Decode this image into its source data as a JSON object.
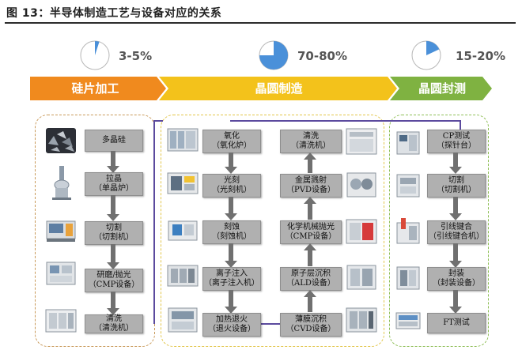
{
  "title": "图 13：半导体制造工艺与设备对应的关系",
  "colors": {
    "pie_fill": "#4a90d9",
    "stage1": "#f08a1e",
    "stage2": "#f3c21b",
    "stage3": "#7fb241",
    "group1_border": "#c99a5b",
    "group2_border": "#e2c64a",
    "group3_border": "#8fbf57",
    "connector": "#5b4a9e"
  },
  "stages": [
    {
      "name": "硅片加工",
      "share": "3-5%",
      "share_value": 0.05
    },
    {
      "name": "晶圆制造",
      "share": "70-80%",
      "share_value": 0.75
    },
    {
      "name": "晶圆封测",
      "share": "15-20%",
      "share_value": 0.18
    }
  ],
  "silicon_steps": [
    {
      "line1": "多晶硅",
      "line2": "",
      "icon": "polysilicon-chunks-icon"
    },
    {
      "line1": "拉晶",
      "line2": "（单晶炉）",
      "icon": "crystal-furnace-icon"
    },
    {
      "line1": "切割",
      "line2": "（切割机）",
      "icon": "wafer-saw-icon"
    },
    {
      "line1": "研磨/抛光",
      "line2": "（CMP设备）",
      "icon": "cmp-machine-icon"
    },
    {
      "line1": "清洗",
      "line2": "（清洗机）",
      "icon": "cleaning-machine-icon"
    }
  ],
  "fab_left_steps": [
    {
      "line1": "氧化",
      "line2": "（氧化炉）",
      "icon": "oxidation-furnace-icon"
    },
    {
      "line1": "光刻",
      "line2": "（光刻机）",
      "icon": "lithography-machine-icon"
    },
    {
      "line1": "刻蚀",
      "line2": "（刻蚀机）",
      "icon": "etcher-icon"
    },
    {
      "line1": "离子注入",
      "line2": "（离子注入机）",
      "icon": "ion-implanter-icon"
    },
    {
      "line1": "加热退火",
      "line2": "（退火设备）",
      "icon": "anneal-equipment-icon"
    }
  ],
  "fab_right_steps": [
    {
      "line1": "清洗",
      "line2": "（清洗机）",
      "icon": "cleaning-tool-icon"
    },
    {
      "line1": "金属溅射",
      "line2": "（PVD设备）",
      "icon": "pvd-tool-icon"
    },
    {
      "line1": "化学机械抛光",
      "line2": "（CMP设备）",
      "icon": "cmp-tool-icon"
    },
    {
      "line1": "原子层沉积",
      "line2": "（ALD设备）",
      "icon": "ald-tool-icon"
    },
    {
      "line1": "薄膜沉积",
      "line2": "（CVD设备）",
      "icon": "cvd-tool-icon"
    }
  ],
  "package_steps": [
    {
      "line1": "CP测试",
      "line2": "（探针台）",
      "icon": "prober-icon"
    },
    {
      "line1": "切割",
      "line2": "（切割机）",
      "icon": "dicing-saw-icon"
    },
    {
      "line1": "引线键合",
      "line2": "（引线键合机）",
      "icon": "wire-bonder-icon"
    },
    {
      "line1": "封装",
      "line2": "（封装设备）",
      "icon": "packaging-machine-icon"
    },
    {
      "line1": "FT测试",
      "line2": "",
      "icon": "ft-tester-icon"
    }
  ]
}
